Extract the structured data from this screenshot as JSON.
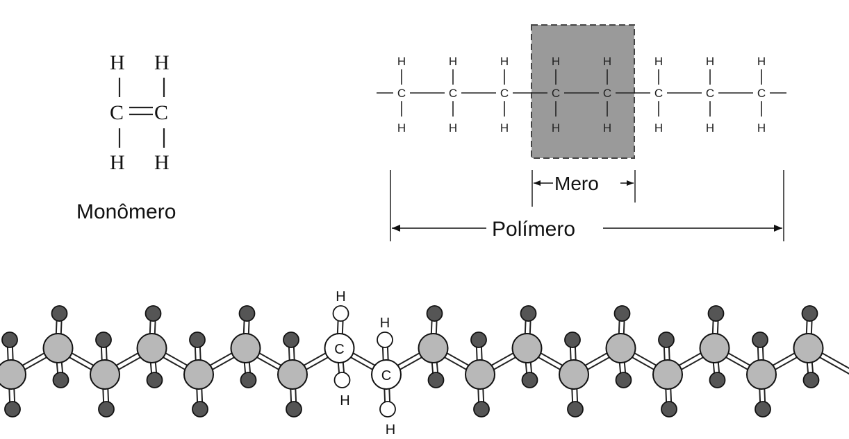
{
  "monomer": {
    "atoms": {
      "h": "H",
      "c": "C"
    },
    "label": "Monômero"
  },
  "chain": {
    "atoms": {
      "h": "H",
      "c": "C"
    },
    "carbon_count": 8
  },
  "labels": {
    "mero": "Mero",
    "polimero": "Polímero"
  },
  "model": {
    "carbon_count": 18,
    "highlight_labels": {
      "c": "C",
      "h": "H"
    }
  },
  "colors": {
    "shade": "#9a9a9a",
    "carbon_ball": "#b8b8b8",
    "hydrogen_ball": "#555555",
    "highlight_ball": "#ffffff"
  }
}
